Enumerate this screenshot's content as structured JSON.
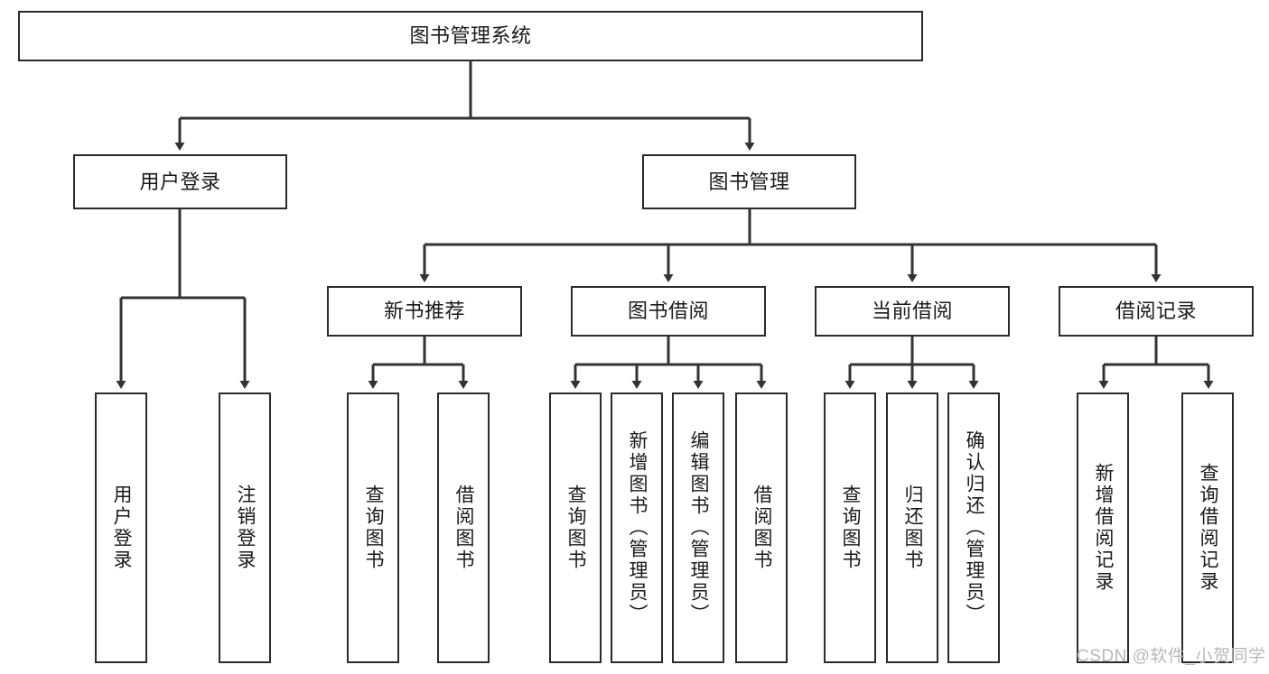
{
  "diagram": {
    "type": "tree-hierarchy",
    "title": "图书管理系统",
    "watermark": "CSDN @软件_小贺同学",
    "colors": {
      "box_border": "#2b2b2b",
      "box_fill": "#ffffff",
      "line": "#333333",
      "text": "#1a1a1a",
      "watermark": "#b9b9b9",
      "background": "#ffffff"
    },
    "levels": {
      "level0": [
        {
          "id": "root",
          "label": "图书管理系统",
          "orientation": "horizontal"
        }
      ],
      "level1": [
        {
          "id": "login",
          "label": "用户登录",
          "orientation": "horizontal",
          "parent": "root"
        },
        {
          "id": "bookmgmt",
          "label": "图书管理",
          "orientation": "horizontal",
          "parent": "root"
        }
      ],
      "level2": [
        {
          "id": "newbook",
          "label": "新书推荐",
          "orientation": "horizontal",
          "parent": "bookmgmt"
        },
        {
          "id": "borrow",
          "label": "图书借阅",
          "orientation": "horizontal",
          "parent": "bookmgmt"
        },
        {
          "id": "current",
          "label": "当前借阅",
          "orientation": "horizontal",
          "parent": "bookmgmt"
        },
        {
          "id": "records",
          "label": "借阅记录",
          "orientation": "horizontal",
          "parent": "bookmgmt"
        }
      ],
      "level3": [
        {
          "id": "leaf-1",
          "label": "用户登录",
          "orientation": "vertical",
          "parent": "login"
        },
        {
          "id": "leaf-2",
          "label": "注销登录",
          "orientation": "vertical",
          "parent": "login"
        },
        {
          "id": "leaf-3",
          "label": "查询图书",
          "orientation": "vertical",
          "parent": "newbook"
        },
        {
          "id": "leaf-4",
          "label": "借阅图书",
          "orientation": "vertical",
          "parent": "newbook"
        },
        {
          "id": "leaf-5",
          "label": "查询图书",
          "orientation": "vertical",
          "parent": "borrow"
        },
        {
          "id": "leaf-6",
          "label": "新增图书（管理员）",
          "orientation": "vertical",
          "parent": "borrow"
        },
        {
          "id": "leaf-7",
          "label": "编辑图书（管理员）",
          "orientation": "vertical",
          "parent": "borrow"
        },
        {
          "id": "leaf-8",
          "label": "借阅图书",
          "orientation": "vertical",
          "parent": "borrow"
        },
        {
          "id": "leaf-9",
          "label": "查询图书",
          "orientation": "vertical",
          "parent": "current"
        },
        {
          "id": "leaf-10",
          "label": "归还图书",
          "orientation": "vertical",
          "parent": "current"
        },
        {
          "id": "leaf-11",
          "label": "确认归还（管理员）",
          "orientation": "vertical",
          "parent": "current"
        },
        {
          "id": "leaf-12",
          "label": "新增借阅记录",
          "orientation": "vertical",
          "parent": "records"
        },
        {
          "id": "leaf-13",
          "label": "查询借阅记录",
          "orientation": "vertical",
          "parent": "records"
        }
      ]
    }
  }
}
